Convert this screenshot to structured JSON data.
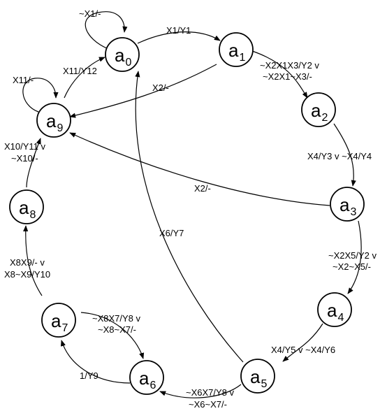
{
  "nodes": [
    {
      "id": "a0",
      "base": "a",
      "sub": "0"
    },
    {
      "id": "a1",
      "base": "a",
      "sub": "1"
    },
    {
      "id": "a2",
      "base": "a",
      "sub": "2"
    },
    {
      "id": "a3",
      "base": "a",
      "sub": "3"
    },
    {
      "id": "a4",
      "base": "a",
      "sub": "4"
    },
    {
      "id": "a5",
      "base": "a",
      "sub": "5"
    },
    {
      "id": "a6",
      "base": "a",
      "sub": "6"
    },
    {
      "id": "a7",
      "base": "a",
      "sub": "7"
    },
    {
      "id": "a8",
      "base": "a",
      "sub": "8"
    },
    {
      "id": "a9",
      "base": "a",
      "sub": "9"
    }
  ],
  "edges": [
    {
      "from": "a0",
      "to": "a0",
      "label": [
        "~X1/-"
      ]
    },
    {
      "from": "a0",
      "to": "a1",
      "label": [
        "X1/Y1"
      ]
    },
    {
      "from": "a1",
      "to": "a2",
      "label": [
        "~X2X1X3/Y2 v",
        "~X2X1~X3/-"
      ]
    },
    {
      "from": "a1",
      "to": "a9",
      "label": [
        "X2/-"
      ]
    },
    {
      "from": "a2",
      "to": "a3",
      "label": [
        "X4/Y3 v ~X4/Y4"
      ]
    },
    {
      "from": "a3",
      "to": "a9",
      "label": [
        "X2/-"
      ]
    },
    {
      "from": "a3",
      "to": "a4",
      "label": [
        "~X2X5/Y2 v",
        "~X2~X5/-"
      ]
    },
    {
      "from": "a4",
      "to": "a5",
      "label": [
        "X4/Y5 v ~X4/Y6"
      ]
    },
    {
      "from": "a5",
      "to": "a0",
      "label": [
        "X6/Y7"
      ]
    },
    {
      "from": "a5",
      "to": "a6",
      "label": [
        "~X6X7/Y8 v",
        "~X6~X7/-"
      ]
    },
    {
      "from": "a6",
      "to": "a7",
      "label": [
        "1/Y9"
      ]
    },
    {
      "from": "a7",
      "to": "a6",
      "label": [
        "~X8X7/Y8 v",
        "~X8~X7/-"
      ]
    },
    {
      "from": "a7",
      "to": "a8",
      "label": [
        "X8X9/- v",
        "X8~X9/Y10"
      ]
    },
    {
      "from": "a8",
      "to": "a9",
      "label": [
        "X10/Y11 v",
        "~X10/-"
      ]
    },
    {
      "from": "a9",
      "to": "a9",
      "label": [
        "X11/-"
      ]
    },
    {
      "from": "a9",
      "to": "a0",
      "label": [
        "X11/Y12"
      ]
    }
  ]
}
